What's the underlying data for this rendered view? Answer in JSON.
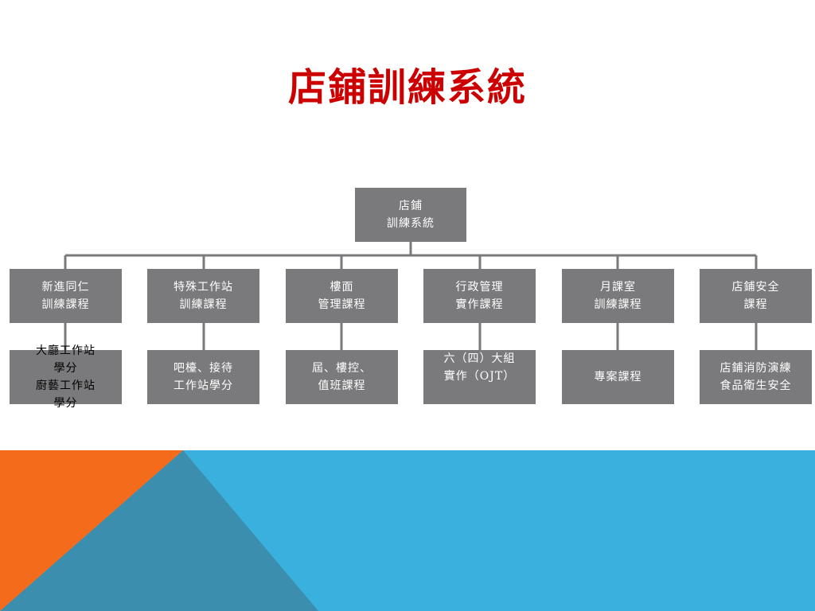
{
  "title": "店鋪訓練系統",
  "colors": {
    "title": "#cc0000",
    "box_fill": "#7a7a7c",
    "connector": "#7a7a7c",
    "banner_blue": "#3ab0de",
    "banner_orange": "#f46b1c",
    "banner_teal": "#3b8ead"
  },
  "root": {
    "label": "店鋪\n訓練系統"
  },
  "categories": [
    {
      "label": "新進同仁\n訓練課程",
      "sub": "大廳工作站\n學分\n廚藝工作站\n學分"
    },
    {
      "label": "特殊工作站\n訓練課程",
      "sub": "吧檯、接待\n工作站學分"
    },
    {
      "label": "樓面\n管理課程",
      "sub": "屆、樓控、\n值班課程"
    },
    {
      "label": "行政管理\n實作課程",
      "sub": "六（四）大組\n實作（OJT）"
    },
    {
      "label": "月課室\n訓練課程",
      "sub": "專案課程"
    },
    {
      "label": "店鋪安全\n課程",
      "sub": "店鋪消防演練\n食品衛生安全"
    }
  ]
}
